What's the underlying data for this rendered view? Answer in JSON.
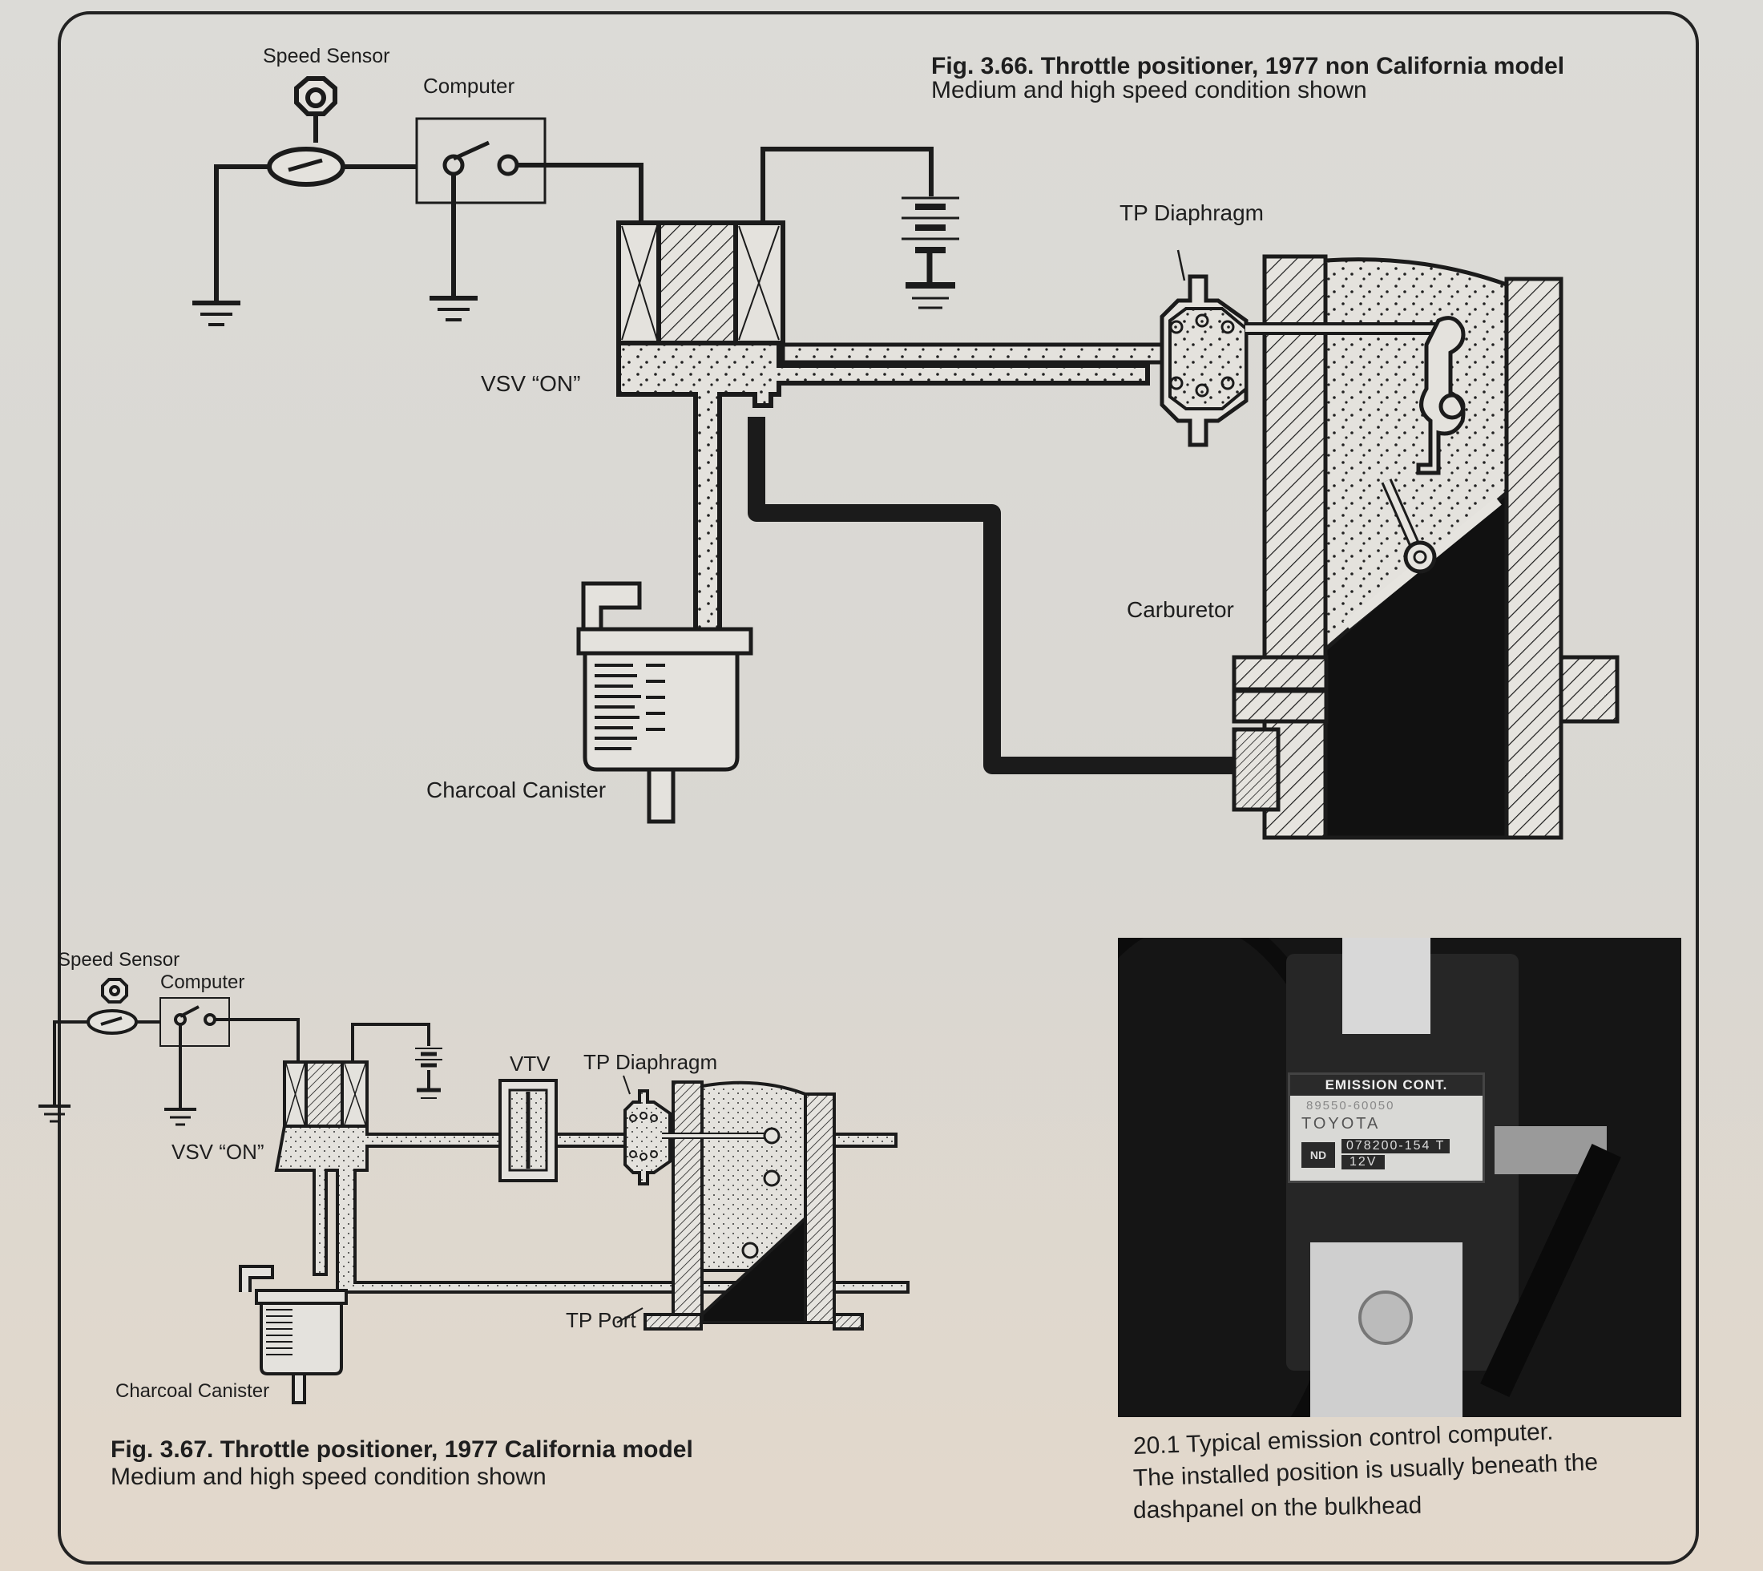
{
  "fig_366": {
    "title": "Fig. 3.66. Throttle positioner, 1977 non California model",
    "subtitle": "Medium and high speed condition shown",
    "labels": {
      "speed_sensor": "Speed Sensor",
      "computer": "Computer",
      "tp_diaphragm": "TP Diaphragm",
      "vsv": "VSV “ON”",
      "carburetor": "Carburetor",
      "charcoal_canister": "Charcoal Canister"
    }
  },
  "fig_367": {
    "title": "Fig. 3.67. Throttle positioner, 1977 California model",
    "subtitle": "Medium and high speed condition shown",
    "labels": {
      "speed_sensor": "Speed Sensor",
      "computer": "Computer",
      "vtv": "VTV",
      "tp_diaphragm": "TP Diaphragm",
      "vsv": "VSV “ON”",
      "tp_port": "TP Port",
      "charcoal_canister": "Charcoal Canister"
    }
  },
  "photo_20_1": {
    "caption_line1": "20.1 Typical emission control computer.",
    "caption_line2": "The installed position is usually beneath the",
    "caption_line3": "dashpanel on the bulkhead",
    "plate": {
      "header": "EMISSION CONT.",
      "part_no": "89550-60050",
      "brand": "TOYOTA",
      "logo": "ND",
      "code": "078200-154 T",
      "voltage": "12V"
    }
  },
  "colors": {
    "ink": "#1b1b1b",
    "paper": "#dad8d3",
    "stipple_fill": "#e4e2dd"
  }
}
